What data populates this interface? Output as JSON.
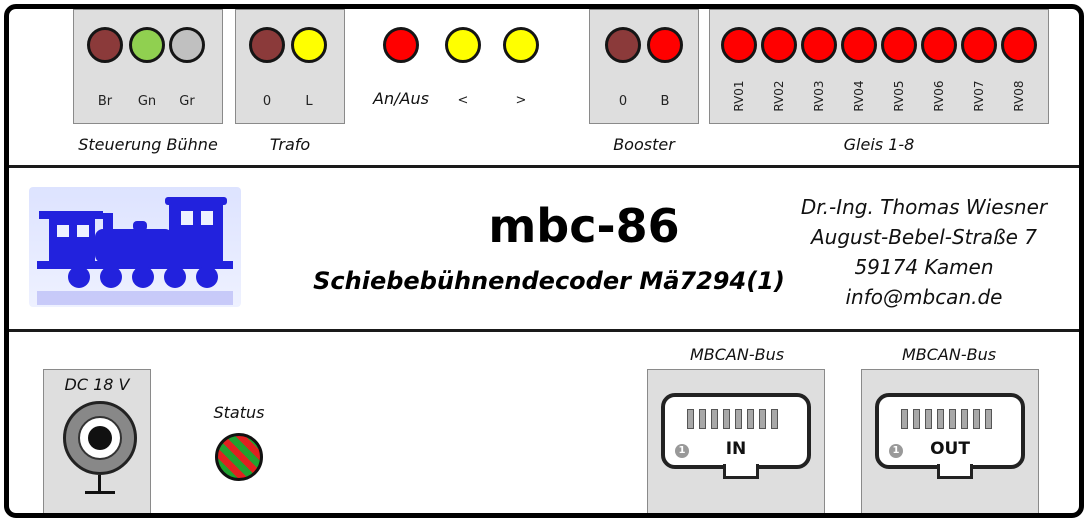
{
  "header": {
    "title": "mbc-86",
    "subtitle": "Schiebebühnendecoder Mä7294(1)",
    "address": [
      "Dr.-Ing. Thomas Wiesner",
      "August-Bebel-Straße 7",
      "59174 Kamen",
      "info@mbcan.de"
    ]
  },
  "groups": {
    "steuerung": {
      "caption": "Steuerung Bühne",
      "labels": [
        "Br",
        "Gn",
        "Gr"
      ]
    },
    "trafo": {
      "caption": "Trafo",
      "labels": [
        "0",
        "L"
      ]
    },
    "anaus": {
      "labels": [
        "An/Aus",
        "<",
        ">"
      ]
    },
    "booster": {
      "caption": "Booster",
      "labels": [
        "0",
        "B"
      ]
    },
    "gleis": {
      "caption": "Gleis 1-8",
      "labels": [
        "RV01",
        "RV02",
        "RV03",
        "RV04",
        "RV05",
        "RV06",
        "RV07",
        "RV08"
      ]
    }
  },
  "bottom": {
    "power": "DC 18 V",
    "status": "Status",
    "bus_in": {
      "caption": "MBCAN-Bus",
      "label": "IN",
      "pin1": "1"
    },
    "bus_out": {
      "caption": "MBCAN-Bus",
      "label": "OUT",
      "pin1": "1"
    }
  },
  "colors": {
    "dark_red": "#8b3a3a",
    "green": "#90d050",
    "gray": "#c0c0c0",
    "yellow": "#ffff00",
    "red": "#ff0000",
    "locomotive": "#2222dd"
  }
}
